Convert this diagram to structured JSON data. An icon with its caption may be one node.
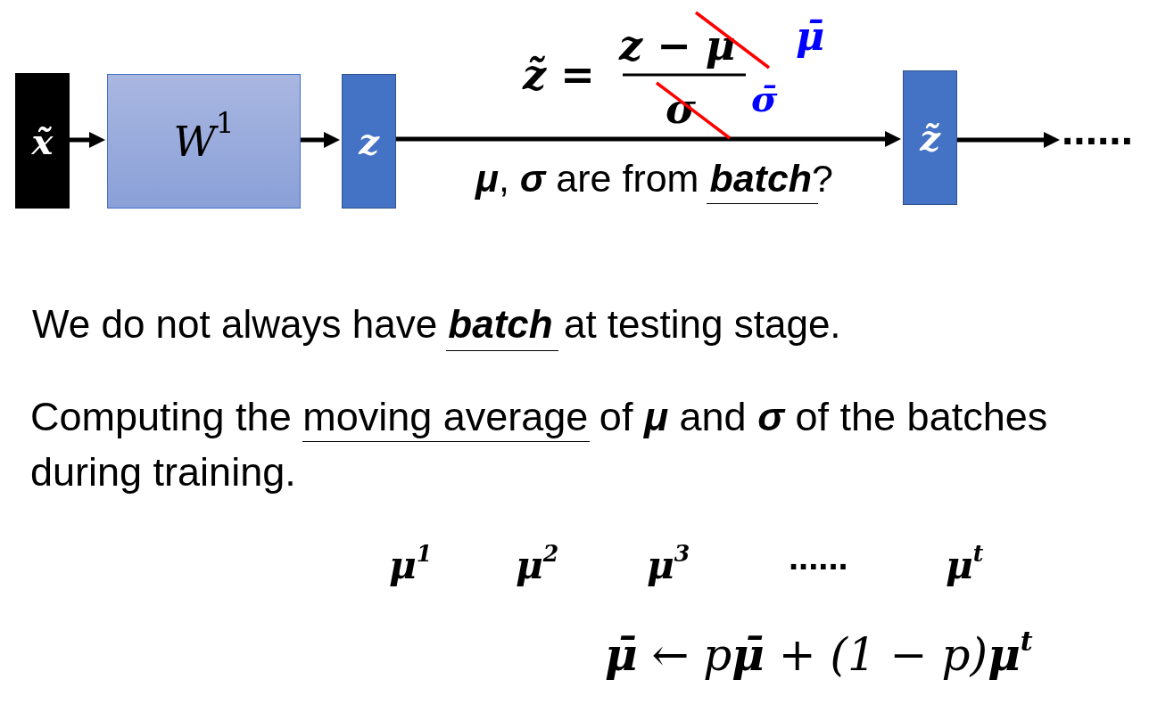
{
  "diagram": {
    "nodes": [
      {
        "text": [
          "x̃"
        ]
      },
      {
        "text": [
          "*W*$^{1}$"
        ]
      },
      {
        "text": [
          "z"
        ]
      },
      {
        "text": [
          "z̃"
        ]
      },
      {
        "text": [
          "......"
        ]
      }
    ],
    "edges": [
      {
        "from": 0,
        "to": 1,
        "arrow": "to"
      },
      {
        "from": 1,
        "to": 2,
        "arrow": "to"
      },
      {
        "from": 2,
        "to": 3,
        "arrow": "to"
      },
      {
        "from": 3,
        "to": 4,
        "arrow": "to"
      }
    ],
    "labels": [
      "z̃ =",
      "z − μ",
      "μ̄",
      "σ",
      "σ̄",
      "**μ**, **σ** are from **batch**?",
      "We do not always have **batch** at testing stage.",
      "Computing the moving average of **μ** and **σ** of the batches during training.",
      "μ$^{1}$",
      "μ$^{2}$",
      "μ$^{3}$",
      "......",
      "μ$^{t}$",
      "**μ̄** ← p**μ̄** + (1 − p)**μ**$^{t}$"
    ]
  }
}
